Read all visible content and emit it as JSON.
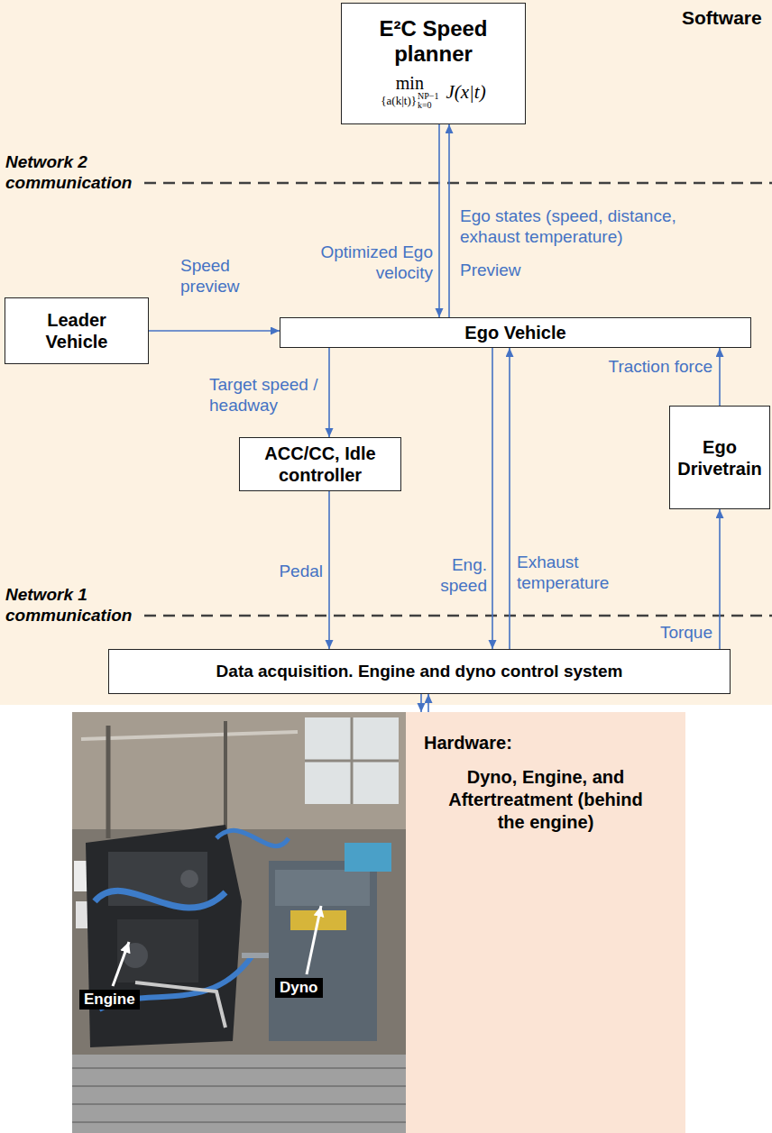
{
  "diagram": {
    "nodes": [
      {
        "text": [
          "E²C Speed planner",
          "min",
          "{a(k|t)}",
          "k=0",
          "NP−1",
          "J(x|t)"
        ]
      },
      {
        "text": [
          "Leader Vehicle"
        ]
      },
      {
        "text": [
          "Ego Vehicle"
        ]
      },
      {
        "text": [
          "ACC/CC, Idle controller"
        ]
      },
      {
        "text": [
          "Ego Drivetrain"
        ]
      },
      {
        "text": [
          "Data acquisition. Engine and dyno control system"
        ]
      },
      {
        "text": [
          "Hardware:",
          "Dyno, Engine, and Aftertreatment (behind the engine)"
        ]
      }
    ],
    "edges": [
      {
        "from": 0,
        "to": 2,
        "label": "Optimized Ego velocity",
        "arrow": "to"
      },
      {
        "from": 2,
        "to": 0,
        "label": "Ego states (speed, distance, exhaust temperature)",
        "arrow": "to"
      },
      {
        "from": 1,
        "to": 2,
        "label": "Speed preview",
        "arrow": "to"
      },
      {
        "from": 2,
        "to": 3,
        "label": "Target speed / headway",
        "arrow": "to"
      },
      {
        "from": 3,
        "to": 5,
        "label": "Pedal",
        "arrow": "to"
      },
      {
        "from": 2,
        "to": 5,
        "label": "Eng. speed",
        "arrow": "to"
      },
      {
        "from": 5,
        "to": 2,
        "label": "Exhaust temperature",
        "arrow": "to"
      },
      {
        "from": 5,
        "to": 4,
        "label": "Torque",
        "arrow": "to"
      },
      {
        "from": 4,
        "to": 2,
        "label": "Traction force",
        "arrow": "to"
      },
      {
        "from": 5,
        "to": 6,
        "arrow": "to"
      },
      {
        "from": 6,
        "to": 5,
        "arrow": "to"
      }
    ],
    "labels": [
      "Software",
      "Network 2 communication",
      "Network 1 communication",
      "Preview",
      "Engine",
      "Dyno"
    ]
  }
}
